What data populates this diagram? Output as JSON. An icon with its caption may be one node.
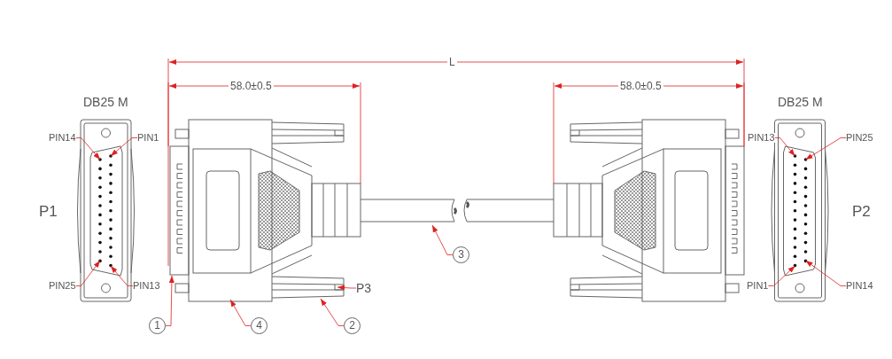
{
  "diagram": {
    "nodes": [
      {
        "text": [
          "PIN14"
        ]
      },
      {
        "text": [
          "PIN1"
        ]
      },
      {
        "text": [
          "PIN25"
        ]
      },
      {
        "text": [
          "PIN13"
        ]
      },
      {
        "text": [
          "P3"
        ]
      },
      {
        "text": [
          "1"
        ]
      },
      {
        "text": [
          "4"
        ]
      },
      {
        "text": [
          "2"
        ]
      },
      {
        "text": [
          "3"
        ]
      },
      {
        "text": [
          "PIN13"
        ]
      },
      {
        "text": [
          "PIN25"
        ]
      },
      {
        "text": [
          "PIN1"
        ]
      },
      {
        "text": [
          "PIN14"
        ]
      },
      {
        "text": [],
        "shape": "box"
      }
    ],
    "edges": [
      {
        "from": 0,
        "to": null,
        "arrow": "to"
      },
      {
        "from": 1,
        "to": null,
        "arrow": "to"
      },
      {
        "from": 2,
        "to": null,
        "arrow": "to"
      },
      {
        "from": 3,
        "to": null,
        "arrow": "to"
      },
      {
        "from": 4,
        "to": null,
        "arrow": "to"
      },
      {
        "from": 5,
        "to": 13,
        "arrow": "to"
      },
      {
        "from": 6,
        "to": null,
        "arrow": "to"
      },
      {
        "from": 7,
        "to": null,
        "arrow": "to"
      },
      {
        "from": 8,
        "to": null,
        "arrow": "to"
      },
      {
        "from": 9,
        "to": null,
        "arrow": "to"
      },
      {
        "from": 10,
        "to": null,
        "arrow": "to"
      },
      {
        "from": 11,
        "to": null,
        "arrow": "to"
      },
      {
        "from": 12,
        "to": null,
        "arrow": "to"
      }
    ],
    "labels": [
      "L",
      "58.0±0.5",
      "58.0±0.5",
      "DB25 M",
      "DB25 M",
      "P1",
      "P2"
    ]
  }
}
